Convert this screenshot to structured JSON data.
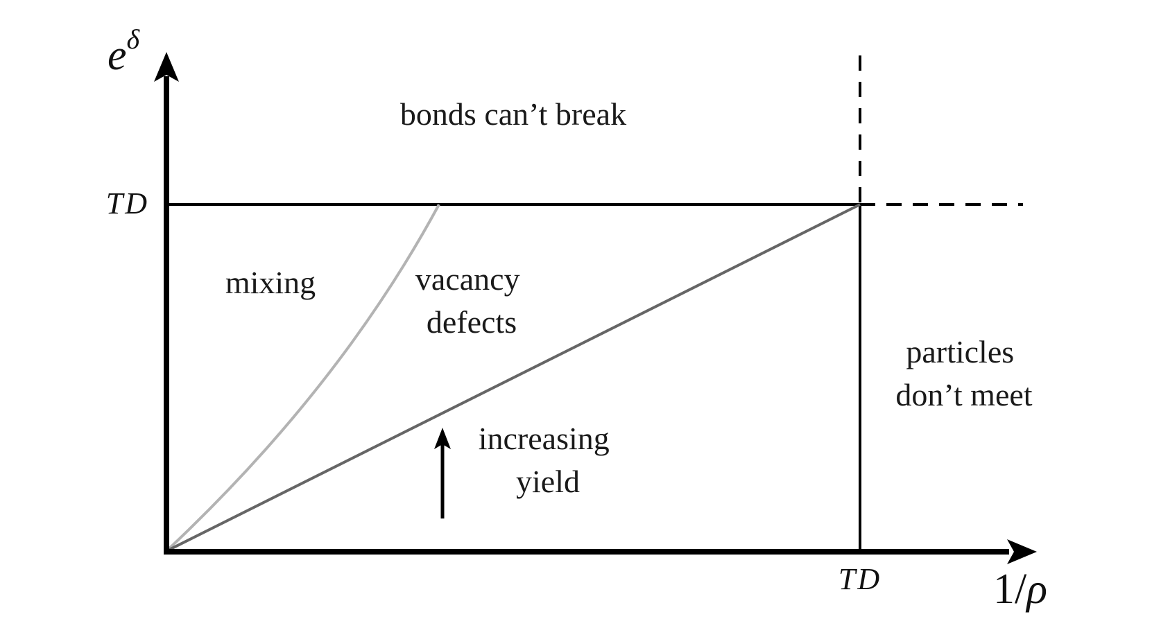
{
  "diagram": {
    "y_axis_label": {
      "base": "e",
      "superscript": "δ"
    },
    "x_axis_label": {
      "prefix": "1/",
      "symbol": "ρ"
    },
    "y_tick_label": "TD",
    "x_tick_label": "TD",
    "regions": {
      "top": "bonds can’t break",
      "mixing": "mixing",
      "vacancy": [
        "vacancy",
        "defects"
      ],
      "right": [
        "particles",
        "don’t meet"
      ],
      "yield": [
        "increasing",
        "yield"
      ]
    },
    "colors": {
      "axes": "#000000",
      "boundary": "#000000",
      "mixing_curve": "#b3b3b3",
      "yield_line": "#666666"
    }
  }
}
